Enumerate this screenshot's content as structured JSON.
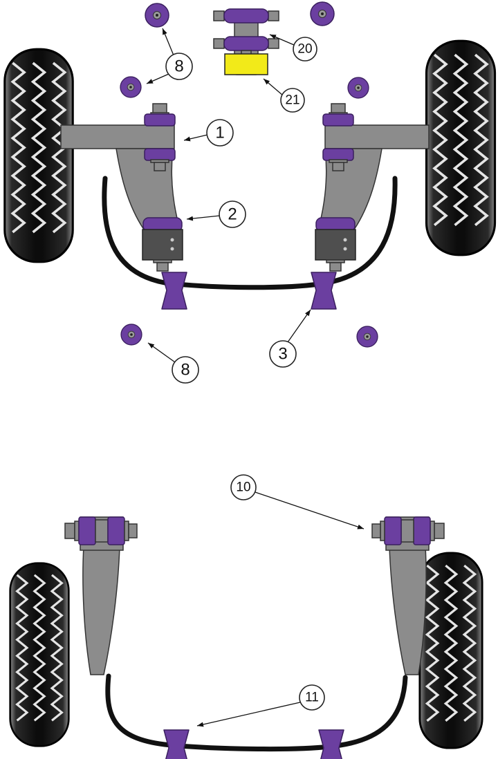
{
  "callouts": {
    "c8_top": "8",
    "c20": "20",
    "c21": "21",
    "c1": "1",
    "c2": "2",
    "c3": "3",
    "c8_bottom": "8",
    "c10": "10",
    "c11": "11"
  },
  "colors": {
    "purple": "#6b3fa0",
    "purple-dark": "#3a1f5e",
    "yellow": "#f2ea19",
    "metal": "#8c8c8c",
    "block": "#4f4f4f",
    "ink": "#111111",
    "tread": "#e5e5e5"
  }
}
